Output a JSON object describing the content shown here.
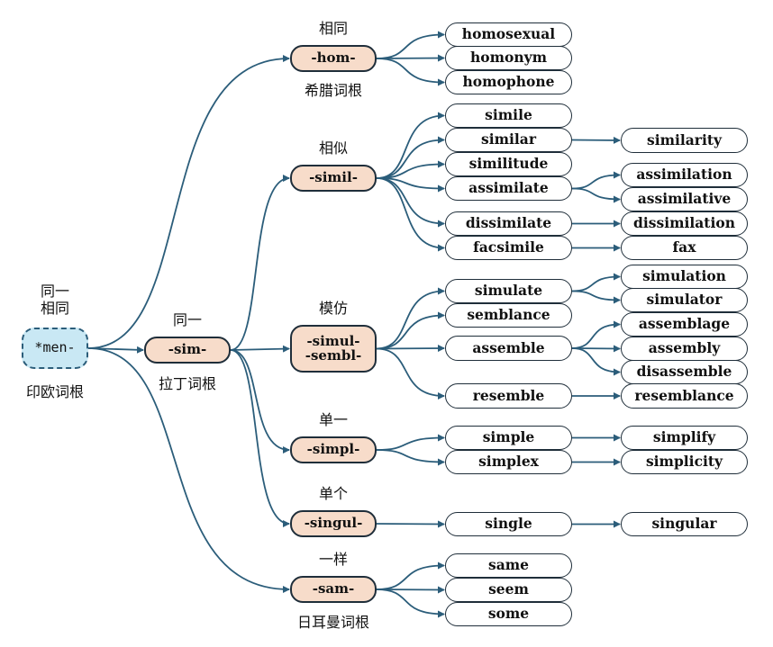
{
  "root": {
    "label": "*men-",
    "meaning": "同一\n相同",
    "origin": "印欧词根"
  },
  "sim": {
    "label": "-sim-",
    "meaning": "同一",
    "origin": "拉丁词根"
  },
  "hom": {
    "label": "-hom-",
    "meaning": "相同",
    "origin": "希腊词根",
    "words": [
      "homosexual",
      "homonym",
      "homophone"
    ]
  },
  "simil": {
    "label": "-simil-",
    "meaning": "相似",
    "words": [
      "simile",
      "similar",
      "similitude",
      "assimilate",
      "dissimilate",
      "facsimile"
    ],
    "derived": {
      "similar": [
        "similarity"
      ],
      "assimilate": [
        "assimilation",
        "assimilative"
      ],
      "dissimilate": [
        "dissimilation"
      ],
      "facsimile": [
        "fax"
      ]
    }
  },
  "simul": {
    "label": "-simul-\n-sembl-",
    "meaning": "模仿",
    "words": [
      "simulate",
      "semblance",
      "assemble",
      "resemble"
    ],
    "derived": {
      "simulate": [
        "simulation",
        "simulator"
      ],
      "assemble": [
        "assemblage",
        "assembly",
        "disassemble"
      ],
      "resemble": [
        "resemblance"
      ]
    }
  },
  "simpl": {
    "label": "-simpl-",
    "meaning": "单一",
    "words": [
      "simple",
      "simplex"
    ],
    "derived": {
      "simple": [
        "simplify"
      ],
      "simplex": [
        "simplicity"
      ]
    }
  },
  "singul": {
    "label": "-singul-",
    "meaning": "单个",
    "words": [
      "single"
    ],
    "derived": {
      "single": [
        "singular"
      ]
    }
  },
  "sam": {
    "label": "-sam-",
    "meaning": "一样",
    "origin": "日耳曼词根",
    "words": [
      "same",
      "seem",
      "some"
    ]
  },
  "colors": {
    "link": "#2b5d7a",
    "root_fill": "#c9e8f4",
    "mid_fill": "#f7dcca",
    "leaf_fill": "#ffffff"
  }
}
